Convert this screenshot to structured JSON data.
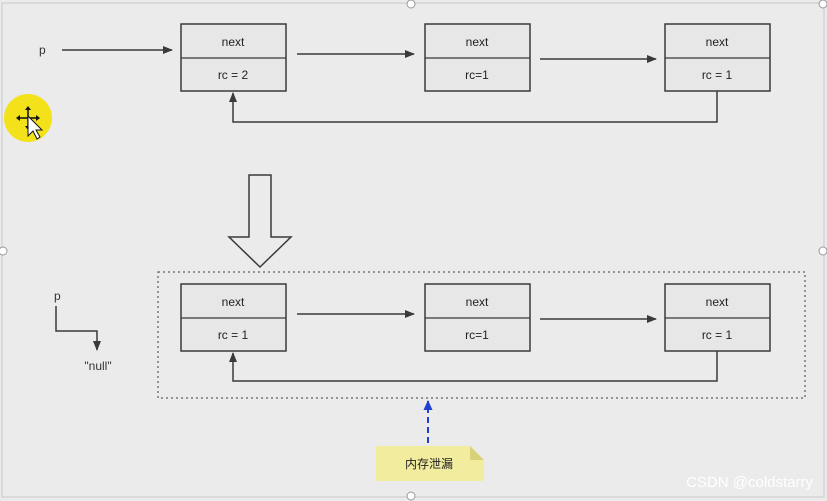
{
  "top": {
    "pointer_label": "p",
    "nodes": [
      {
        "field": "next",
        "rc": "rc = 2"
      },
      {
        "field": "next",
        "rc": "rc=1"
      },
      {
        "field": "next",
        "rc": "rc = 1"
      }
    ]
  },
  "bottom": {
    "pointer_label": "p",
    "null_label": "\"null\"",
    "nodes": [
      {
        "field": "next",
        "rc": "rc = 1"
      },
      {
        "field": "next",
        "rc": "rc=1"
      },
      {
        "field": "next",
        "rc": "rc = 1"
      }
    ]
  },
  "note": {
    "text": "内存泄漏",
    "color": "#f2ec9f"
  },
  "watermark": "CSDN @coldstarry",
  "colors": {
    "node_fill": "#e7e7e7",
    "node_border": "#3a3a3a",
    "arrow": "#3a3a3a",
    "leak_arrow": "#1f3fd0",
    "cursor_highlight": "#f3e21a"
  }
}
